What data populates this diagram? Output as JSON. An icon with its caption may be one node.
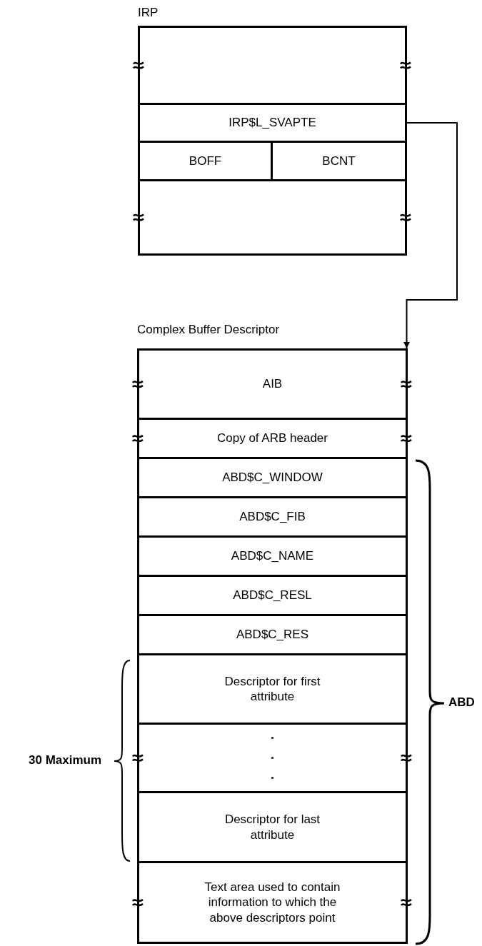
{
  "diagram": {
    "nodes": [
      {
        "text": [
          "IRP"
        ]
      },
      {
        "text": [],
        "shape": "box",
        "in": 0
      },
      {
        "text": [
          "IRP$L_SVAPTE"
        ],
        "in": 0
      },
      {
        "text": [
          "BOFF"
        ],
        "in": 0
      },
      {
        "text": [
          "BCNT"
        ],
        "in": 0
      },
      {
        "text": [],
        "shape": "box",
        "in": 0
      },
      {
        "text": [
          "Complex Buffer Descriptor"
        ]
      },
      {
        "text": [
          "AIB"
        ],
        "in": 6
      },
      {
        "text": [
          "Copy of ARB header"
        ],
        "in": 6
      },
      {
        "text": [
          "ABD$C_WINDOW"
        ],
        "in": 6
      },
      {
        "text": [
          "ABD$C_FIB"
        ],
        "in": 6
      },
      {
        "text": [
          "ABD$C_NAME"
        ],
        "in": 6
      },
      {
        "text": [
          "ABD$C_RESL"
        ],
        "in": 6
      },
      {
        "text": [
          "ABD$C_RES"
        ],
        "in": 6
      },
      {
        "text": [
          "Descriptor for first attribute"
        ],
        "in": 6
      },
      {
        "text": [],
        "shape": "box",
        "in": 6
      },
      {
        "text": [
          "Descriptor for last attribute"
        ],
        "in": 6
      },
      {
        "text": [
          "Text area used to contain information to which the above descriptors point"
        ],
        "in": 6
      }
    ],
    "edges": [
      {
        "from": 2,
        "to": 6,
        "arrow": "to"
      }
    ],
    "labels": [
      "ABD",
      "30 Maximum"
    ]
  }
}
